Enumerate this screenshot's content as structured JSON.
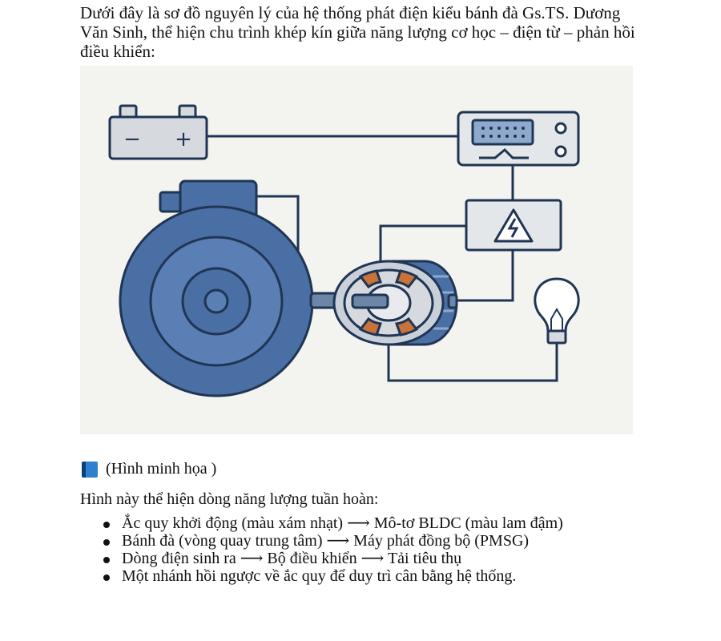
{
  "intro": "Dưới đây là sơ đồ nguyên lý của hệ thống phát điện kiểu bánh đà Gs.TS. Dương Văn Sinh, thể hiện chu trình khép kín giữa năng lượng cơ học – điện từ – phản hồi điều khiển:",
  "figure": {
    "battery_minus": "−",
    "battery_plus": "+",
    "colors": {
      "navy": "#1f3553",
      "blue": "#4a6fa5",
      "light_blue": "#8fa9cc",
      "orange": "#c8733a",
      "gray": "#d6dade"
    }
  },
  "caption": {
    "icon": "blue-book-icon",
    "text": "(Hình minh họa )"
  },
  "lead": "Hình này thể hiện dòng năng lượng tuần hoàn:",
  "bullets": [
    "Ắc quy khởi động (màu xám nhạt) ⟶ Mô-tơ BLDC (màu lam đậm)",
    "Bánh đà (vòng quay trung tâm) ⟶ Máy phát đồng bộ (PMSG)",
    "Dòng điện sinh ra ⟶ Bộ điều khiển ⟶ Tải tiêu thụ",
    "Một nhánh hồi ngược về ắc quy để duy trì cân bằng hệ thống."
  ]
}
